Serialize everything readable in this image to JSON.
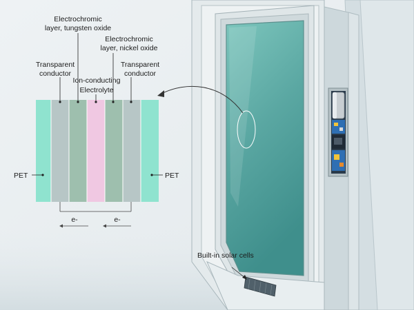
{
  "labels": {
    "wo3_line1": "Electrochromic",
    "wo3_line2": "layer, tungsten oxide",
    "nio_line1": "Electrochromic",
    "nio_line2": "layer, nickel oxide",
    "tc_left_line1": "Transparent",
    "tc_left_line2": "conductor",
    "tc_right_line1": "Transparent",
    "tc_right_line2": "conductor",
    "ion_line1": "Ion-conducting",
    "ion_line2": "Electrolyte",
    "pet_left": "PET",
    "pet_right": "PET",
    "e_left": "e-",
    "e_right": "e-",
    "solar": "Built-in solar cells"
  },
  "colors": {
    "background": "#e9eef1",
    "pet": "#8fe3cf",
    "conductor": "#b7c6c6",
    "electrochromic": "#9ebfae",
    "electrolyte": "#f0c8e2",
    "glass": "#5ea8a2",
    "frame": "#e2e9ec"
  },
  "icons": {
    "arrow": "curved-arrow-icon",
    "focus": "focus-ellipse-icon"
  }
}
